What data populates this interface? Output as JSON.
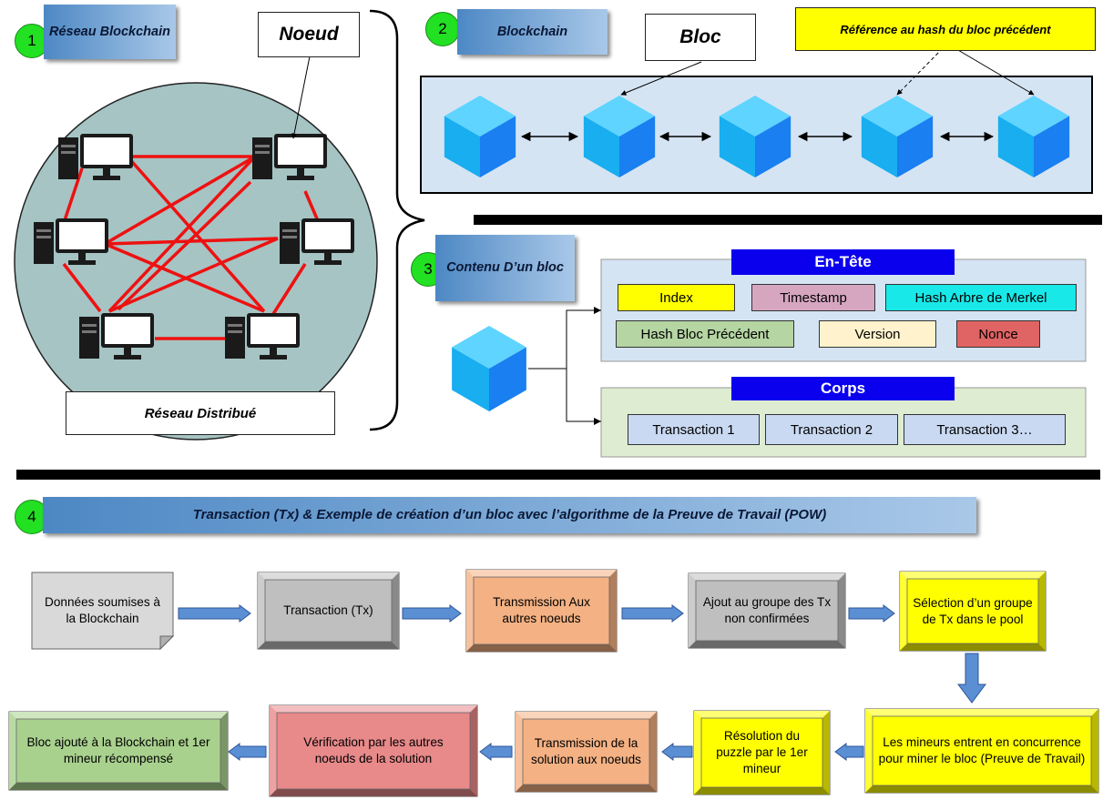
{
  "section1": {
    "number": "1",
    "title": "Réseau Blockchain",
    "node_label": "Noeud",
    "footer": "Réseau Distribué"
  },
  "section2": {
    "number": "2",
    "title": "Blockchain",
    "bloc_label": "Bloc",
    "hash_ref_label": "Référence au hash du bloc précédent"
  },
  "section3": {
    "number": "3",
    "title": "Contenu D’un bloc",
    "header": {
      "title": "En-Tête",
      "fields": [
        {
          "label": "Index",
          "color": "#ffff00"
        },
        {
          "label": "Timestamp",
          "color": "#d6a6c1"
        },
        {
          "label": "Hash Arbre de Merkel",
          "color": "#19e8e8"
        },
        {
          "label": "Hash Bloc Précédent",
          "color": "#b5d5a3"
        },
        {
          "label": "Version",
          "color": "#fff2cc"
        },
        {
          "label": "Nonce",
          "color": "#e06464"
        }
      ]
    },
    "body": {
      "title": "Corps",
      "transactions": [
        "Transaction 1",
        "Transaction 2",
        "Transaction 3…"
      ]
    }
  },
  "section4": {
    "number": "4",
    "title": "Transaction (Tx) & Exemple de création d’un bloc avec l’algorithme de la Preuve de Travail (POW)",
    "steps": [
      {
        "label": "Données soumises à la Blockchain",
        "color": "#d9d9d9"
      },
      {
        "label": "Transaction (Tx)",
        "color": "#bfbfbf"
      },
      {
        "label": "Transmission Aux autres noeuds",
        "color": "#f4b183"
      },
      {
        "label": "Ajout au groupe des Tx non confirmées",
        "color": "#bfbfbf"
      },
      {
        "label": "Sélection d’un groupe de Tx dans le pool",
        "color": "#ffff00"
      },
      {
        "label": "Les mineurs entrent en concurrence pour miner le bloc (Preuve de Travail)",
        "color": "#ffff00"
      },
      {
        "label": "Résolution du puzzle par le 1er mineur",
        "color": "#ffff00"
      },
      {
        "label": "Transmission de la solution aux noeuds",
        "color": "#f4b183"
      },
      {
        "label": "Vérification par les autres noeuds de la solution",
        "color": "#e8898a"
      },
      {
        "label": "Bloc ajouté à la Blockchain et 1er mineur récompensé",
        "color": "#a9d18e"
      }
    ]
  }
}
